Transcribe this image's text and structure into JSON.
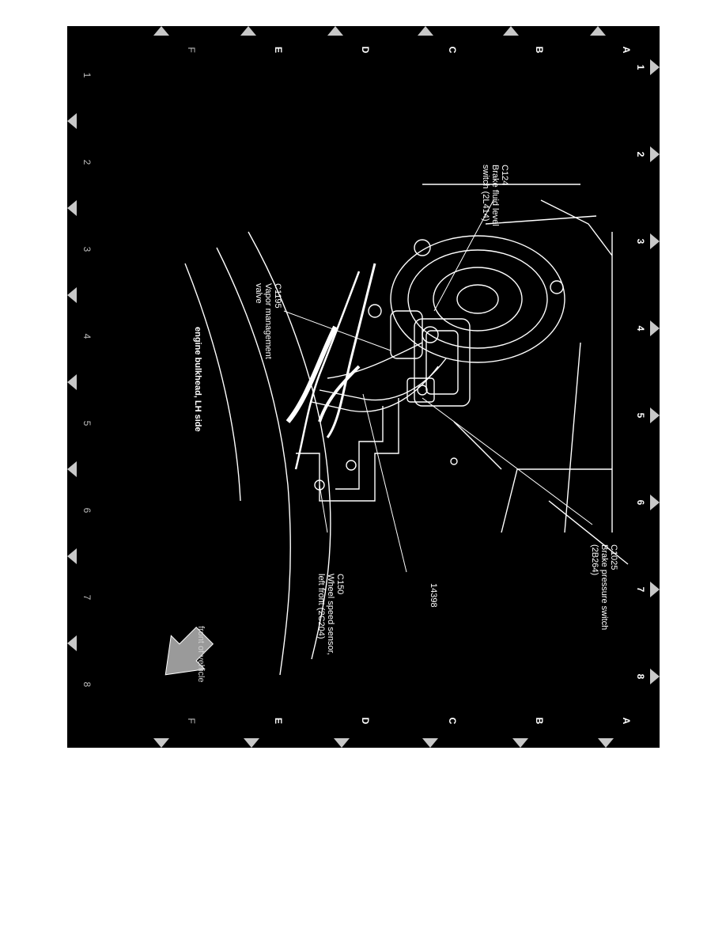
{
  "grid": {
    "columns": [
      "1",
      "2",
      "3",
      "4",
      "5",
      "6",
      "7",
      "8"
    ],
    "rows": [
      "A",
      "B",
      "C",
      "D",
      "E",
      "F"
    ]
  },
  "caption": "engine bulkhead, LH side",
  "callouts": {
    "c124": {
      "code": "C124",
      "desc_line1": "Brake fluid level",
      "desc_line2": "switch (2L414)"
    },
    "c1025": {
      "code": "C1025",
      "desc_line1": "Brake pressure switch",
      "desc_line2": "(2B264)"
    },
    "c1195": {
      "code": "C1195",
      "desc_line1": "Vapor management",
      "desc_line2": "valve"
    },
    "c150": {
      "code": "C150",
      "desc_line1": "Wheel speed sensor,",
      "desc_line2": "left front (2C204)"
    },
    "n14398": {
      "code": "14398"
    }
  },
  "orientation": {
    "label": "front of vehicle",
    "icon": "arrow-icon"
  },
  "colors": {
    "panel_bg": "#000000",
    "ink": "#ffffff",
    "marker": "#c8c8c8"
  }
}
